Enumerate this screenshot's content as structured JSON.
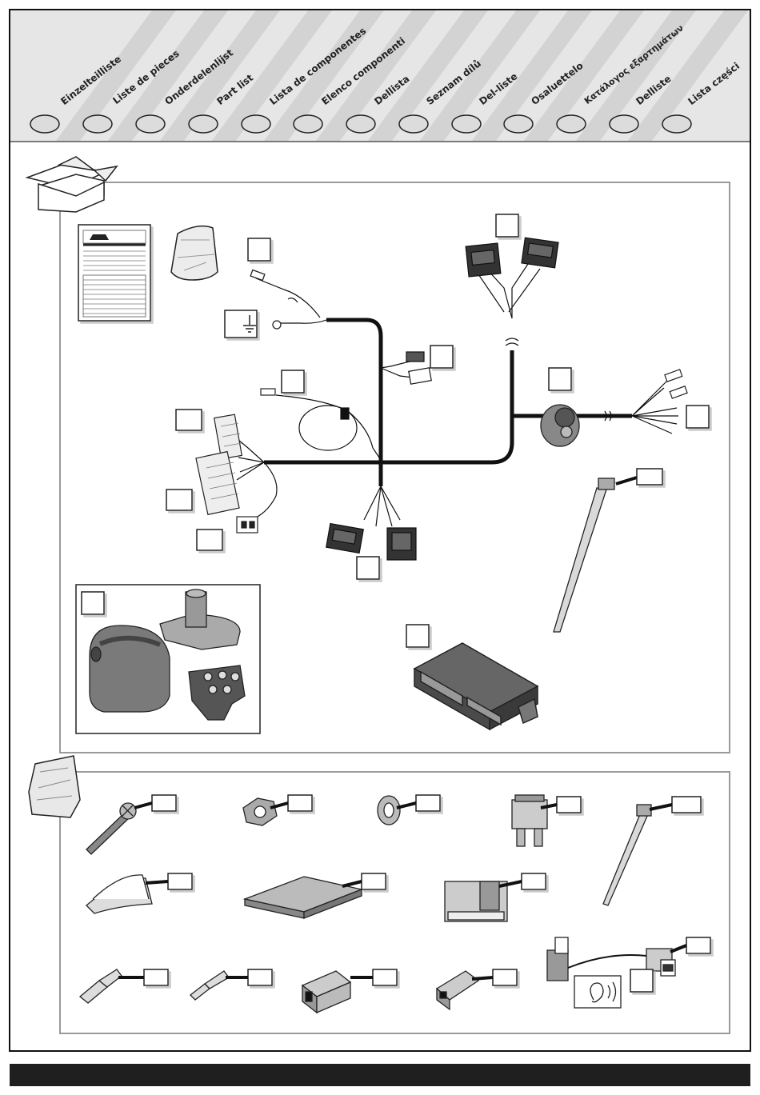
{
  "header": {
    "languages": [
      "Einzelteilliste",
      "Liste de pieces",
      "Onderdelenlijst",
      "Part list",
      "Lista de componentes",
      "Elenco componenti",
      "Dellista",
      "Seznam dílů",
      "Del-liste",
      "Osaluettelo",
      "Κατάλογος εξαρτημάτων",
      "Delliste",
      "Lista części"
    ]
  },
  "icons": {
    "box": "box-icon",
    "bag": "bag-icon",
    "ground": "ground-symbol-icon",
    "ear": "ear-sound-icon"
  },
  "colors": {
    "header_bg": "#e6e6e6",
    "stripe": "#d2d2d2",
    "frame": "#9a9a9a",
    "cable": "#111111",
    "bottom_bar": "#1f1f1f"
  }
}
